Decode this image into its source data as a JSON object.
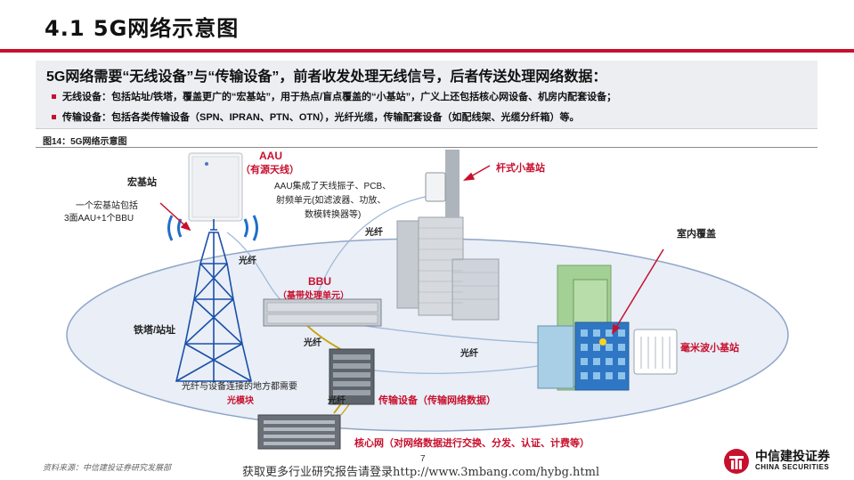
{
  "header": {
    "title": "4.1 5G网络示意图"
  },
  "summary": {
    "headline": "5G网络需要“无线设备”与“传输设备”，前者收发处理无线信号，后者传送处理网络数据：",
    "bullets": [
      "无线设备：包括站址/铁塔，覆盖更广的“宏基站”，用于热点/盲点覆盖的“小基站”，广义上还包括核心网设备、机房内配套设备；",
      "传输设备：包括各类传输设备（SPN、IPRAN、PTN、OTN），光纤光缆，传输配套设备（如配线架、光缆分纤箱）等。"
    ]
  },
  "figure": {
    "caption": "图14：5G网络示意图",
    "labels": {
      "aau": "AAU",
      "aau_sub": "（有源天线）",
      "aau_desc_1": "AAU集成了天线振子、PCB、",
      "aau_desc_2": "射频单元(如滤波器、功放、",
      "aau_desc_3": "数模转换器等)",
      "macro": "宏基站",
      "macro_desc_1": "一个宏基站包括",
      "macro_desc_2": "3面AAU+1个BBU",
      "pole_small": "杆式小基站",
      "fiber_top": "光纤",
      "fiber_tower": "光纤",
      "bbu": "BBU",
      "bbu_sub": "（基带处理单元）",
      "indoor": "室内覆盖",
      "tower": "铁塔/站址",
      "fiber_mid": "光纤",
      "fiber_right": "光纤",
      "mmwave": "毫米波小基站",
      "module_desc": "光纤与设备连接的地方都需要",
      "module": "光模块",
      "fiber_low": "光纤",
      "transport": "传输设备（传输网络数据）",
      "core": "核心网（对网络数据进行交换、分发、认证、计费等）"
    }
  },
  "footer": {
    "source": "资料来源：中信建投证券研究发展部",
    "page": "7",
    "link_text": "获取更多行业研究报告请登录http://www.3mbang.com/hybg.html",
    "logo_cn": "中信建投证券",
    "logo_en": "CHINA SECURITIES"
  },
  "colors": {
    "accent_red": "#c8102e",
    "fiber_gold": "#c8a000",
    "ellipse_fill": "#e9eef7",
    "ellipse_stroke": "#8fa5c8"
  }
}
